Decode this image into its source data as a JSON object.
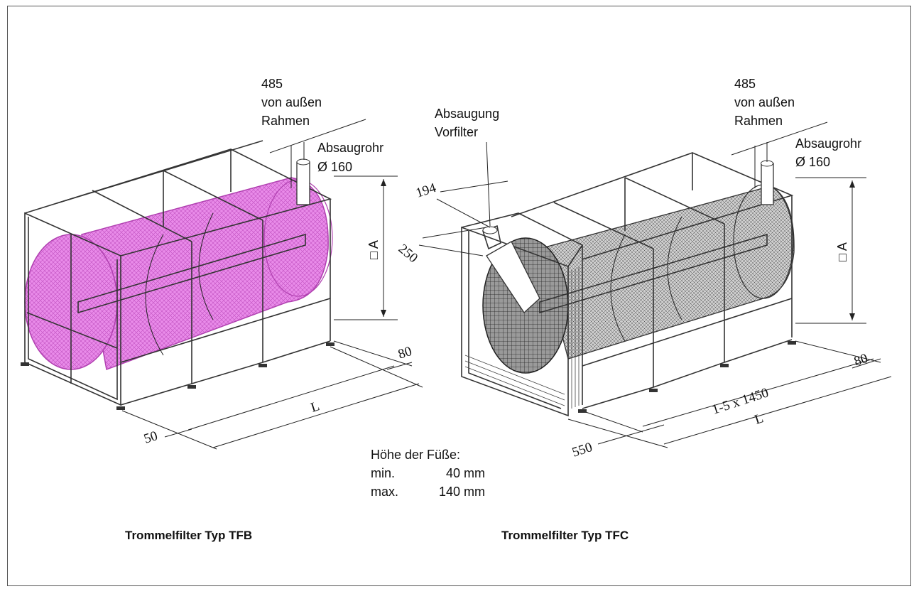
{
  "colors": {
    "tfb_drum": "#e98be9",
    "tfb_drum_stroke": "#b040b0",
    "tfc_drum": "#bdbdbd",
    "line": "#222222"
  },
  "tfb": {
    "caption": "Trommelfilter Typ TFB",
    "note_485": "485",
    "note_outside": "von außen",
    "note_frame": "Rahmen",
    "pipe_label": "Absaugrohr",
    "pipe_dia": "Ø 160",
    "dim_a": "□ A",
    "dim_80": "80",
    "dim_l": "L",
    "dim_50": "50"
  },
  "tfc": {
    "caption": "Trommelfilter Typ TFC",
    "prefilter_1": "Absaugung",
    "prefilter_2": "Vorfilter",
    "note_485": "485",
    "note_outside": "von außen",
    "note_frame": "Rahmen",
    "pipe_label": "Absaugrohr",
    "pipe_dia": "Ø 160",
    "dim_194": "194",
    "dim_250": "250",
    "dim_a": "□ A",
    "dim_80": "80",
    "dim_seg": "1-5 x 1450",
    "dim_l": "L",
    "dim_550": "550"
  },
  "feet": {
    "title": "Höhe der Füße:",
    "min_label": "min.",
    "min_value": "40 mm",
    "max_label": "max.",
    "max_value": "140 mm"
  }
}
